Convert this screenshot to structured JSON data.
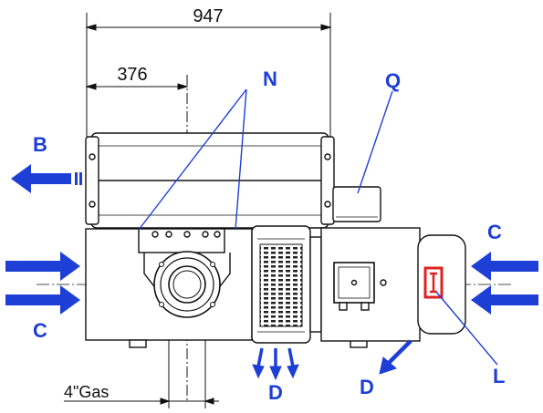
{
  "dimensions": {
    "overall_length": "947",
    "offset": "376",
    "connection": "4\"Gas"
  },
  "labels": {
    "N": "N",
    "Q": "Q",
    "B": "B",
    "C_right": "C",
    "C_left": "C",
    "D_bottom": "D",
    "D_right": "D",
    "L": "L"
  },
  "colors": {
    "arrow": "#1d3fd6",
    "label": "#1d3fd6",
    "leader": "#1d3fd6",
    "highlight": "#e02020",
    "outline": "#111111"
  }
}
